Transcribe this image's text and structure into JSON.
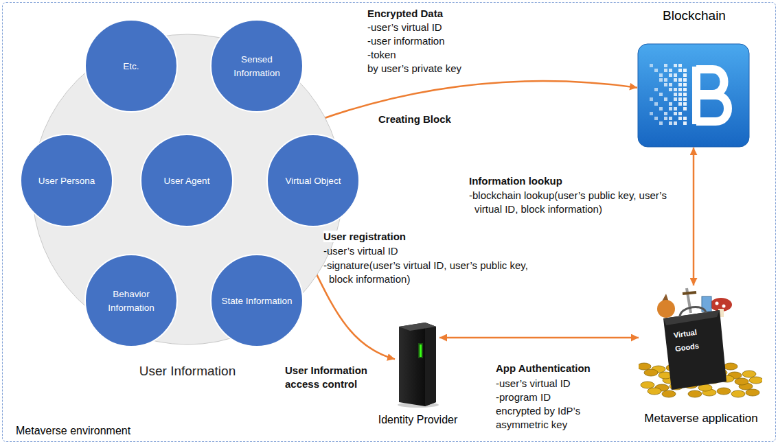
{
  "diagram": {
    "nodes": [
      {
        "text": [
          "Metaverse environment"
        ]
      },
      {
        "text": [
          "User Information"
        ],
        "in": 0
      },
      {
        "text": [
          "Etc."
        ],
        "in": 1
      },
      {
        "text": [
          "Sensed Information"
        ],
        "in": 1
      },
      {
        "text": [
          "User Persona"
        ],
        "in": 1
      },
      {
        "text": [
          "User Agent"
        ],
        "in": 1
      },
      {
        "text": [
          "Virtual Object"
        ],
        "in": 1
      },
      {
        "text": [
          "Behavior Information"
        ],
        "in": 1
      },
      {
        "text": [
          "State Information"
        ],
        "in": 1
      },
      {
        "text": [
          "Blockchain"
        ],
        "in": 0
      },
      {
        "text": [
          "Identity Provider"
        ],
        "in": 0
      },
      {
        "text": [
          "Virtual Goods",
          "Metaverse application"
        ],
        "in": 0
      }
    ],
    "edges": [
      {
        "from": 2,
        "to": 5,
        "arrow": "to"
      },
      {
        "from": 3,
        "to": 5,
        "arrow": "to"
      },
      {
        "from": 4,
        "to": 5,
        "arrow": "to"
      },
      {
        "from": 6,
        "to": 5,
        "arrow": "to"
      },
      {
        "from": 7,
        "to": 5,
        "arrow": "to"
      },
      {
        "from": 8,
        "to": 5,
        "arrow": "to"
      },
      {
        "from": 5,
        "to": 9,
        "label": "Creating Block",
        "arrow": "both"
      },
      {
        "from": 5,
        "to": 10,
        "label": "User registration",
        "arrow": "to"
      },
      {
        "from": 9,
        "to": 11,
        "label": "Information lookup",
        "arrow": "both"
      },
      {
        "from": 10,
        "to": 11,
        "label": "App Authentication",
        "arrow": "both"
      }
    ],
    "labels": [
      "Encrypted Data",
      "-user’s virtual ID",
      "-user information",
      "-token",
      "by user’s private key",
      "-user’s virtual ID",
      "-signature(user’s virtual ID, user’s public key, block information)",
      "-blockchain lookup(user’s public key, user’s virtual ID, block information)",
      "User Information access control",
      "-user’s virtual ID",
      "-program ID",
      "encrypted by IdP’s asymmetric key"
    ]
  }
}
